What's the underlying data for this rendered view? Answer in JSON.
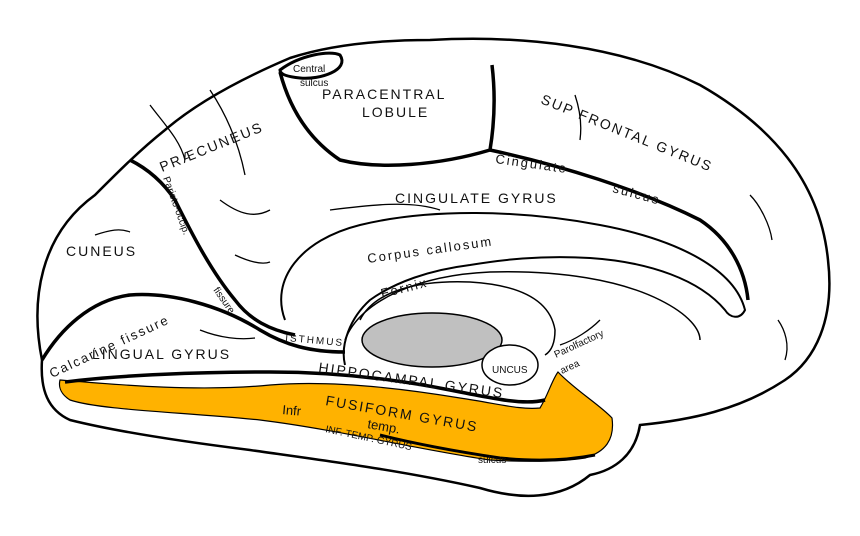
{
  "colors": {
    "highlight": "#FFB200",
    "fill": "#FFFFFF",
    "outline": "#000000",
    "ventricle": "#C0C0C0"
  },
  "labels": {
    "central_sulcus_1": "Central",
    "central_sulcus_2": "sulcus",
    "paracentral_1": "PARACENTRAL",
    "paracentral_2": "LOBULE",
    "sup_frontal": "SUP  FRONTAL  GYRUS",
    "praecuneus": "PRÆCUNEUS",
    "cingulate_sulcus_1": "Cingulate",
    "cingulate_sulcus_2": "sulcus",
    "cingulate_gyrus": "CINGULATE GYRUS",
    "parieto_occip": "Parieto-occip.",
    "cuneus": "CUNEUS",
    "corpus_callosum": "Corpus callosum",
    "fornix": "Fornix",
    "fissure": "fissure",
    "calcarine": "Calcarine fissure",
    "isthmus": "ISTHMUS",
    "lingual": "LINGUAL GYRUS",
    "uncus": "UNCUS",
    "parolfactory_1": "Parolfactory",
    "parolfactory_2": "area",
    "hippocampal": "HIPPOCAMPAL GYRUS",
    "fusiform": "FUSIFORM GYRUS",
    "infr": "Infr",
    "temp": "temp.",
    "inf_temp": "INF. TEMP. GYRUS",
    "sulcus_bottom": "sulcus"
  }
}
